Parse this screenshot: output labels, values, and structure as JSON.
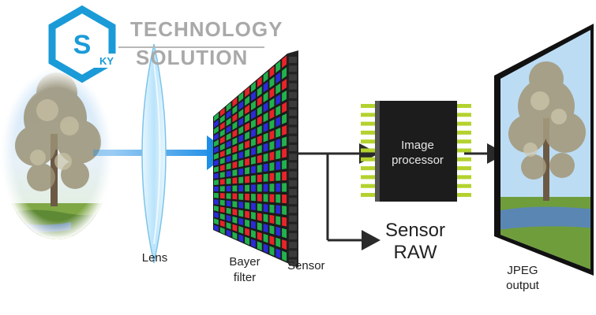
{
  "brand": {
    "logo_letters": "SKY",
    "line1": "TECHNOLOGY",
    "line2": "SOLUTION",
    "logo_color": "#1a9bd8"
  },
  "labels": {
    "lens": "Lens",
    "bayer_line1": "Bayer",
    "bayer_line2": "filter",
    "sensor": "Sensor",
    "processor_line1": "Image",
    "processor_line2": "processor",
    "raw_line1": "Sensor",
    "raw_line2": "RAW",
    "jpeg_line1": "JPEG",
    "jpeg_line2": "output"
  },
  "colors": {
    "beam": "#1e8ee6",
    "bayer_red": "#e8242a",
    "bayer_green": "#22b14c",
    "bayer_blue": "#2b2bd8",
    "chip_body": "#1c1c1c",
    "chip_pins": "#b4d22e",
    "arrow": "#2a2a2a"
  }
}
